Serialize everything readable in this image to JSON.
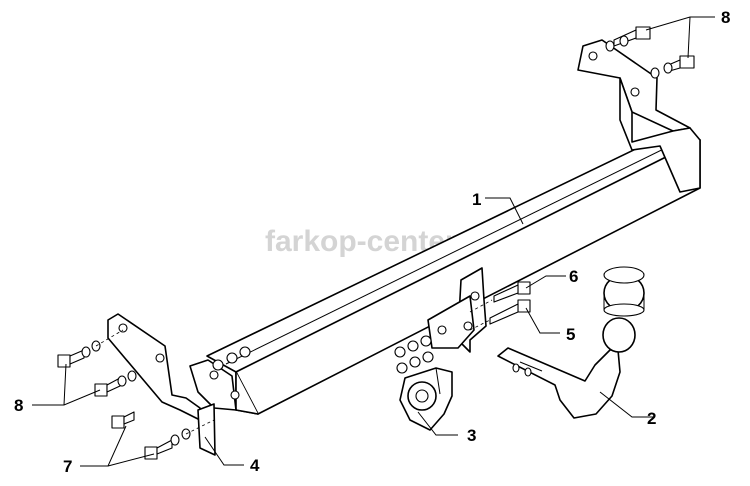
{
  "watermark": "farkop-center.ru",
  "callouts": {
    "c1": "1",
    "c2": "2",
    "c3": "3",
    "c4": "4",
    "c5": "5",
    "c6": "6",
    "c7": "7",
    "c8_top": "8",
    "c8_left": "8"
  }
}
